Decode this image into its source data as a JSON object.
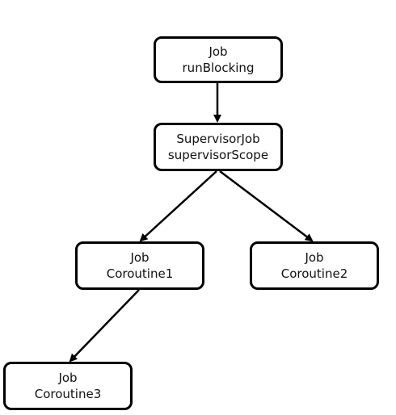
{
  "colors": {
    "stroke": "#000000",
    "text": "#111111",
    "background": "#ffffff"
  },
  "nodes": [
    {
      "id": "root",
      "line1": "Job",
      "line2": "runBlocking"
    },
    {
      "id": "supervisor",
      "line1": "SupervisorJob",
      "line2": "supervisorScope"
    },
    {
      "id": "coroutine1",
      "line1": "Job",
      "line2": "Coroutine1"
    },
    {
      "id": "coroutine2",
      "line1": "Job",
      "line2": "Coroutine2"
    },
    {
      "id": "coroutine3",
      "line1": "Job",
      "line2": "Coroutine3"
    }
  ],
  "edges": [
    {
      "from": "root",
      "to": "supervisor"
    },
    {
      "from": "supervisor",
      "to": "coroutine1"
    },
    {
      "from": "supervisor",
      "to": "coroutine2"
    },
    {
      "from": "coroutine1",
      "to": "coroutine3"
    }
  ]
}
